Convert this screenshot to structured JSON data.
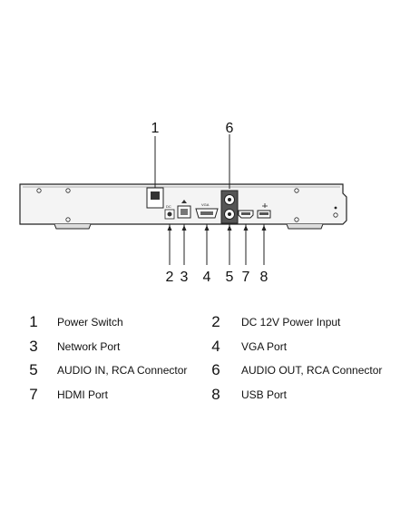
{
  "callouts": {
    "top": [
      "1",
      "6"
    ],
    "bottom": [
      "2",
      "3",
      "4",
      "5",
      "7",
      "8"
    ]
  },
  "legend": [
    {
      "num": "1",
      "label": "Power Switch"
    },
    {
      "num": "2",
      "label": "DC 12V Power Input"
    },
    {
      "num": "3",
      "label": "Network Port"
    },
    {
      "num": "4",
      "label": "VGA Port"
    },
    {
      "num": "5",
      "label": "AUDIO IN, RCA Connector"
    },
    {
      "num": "6",
      "label": "AUDIO OUT, RCA Connector"
    },
    {
      "num": "7",
      "label": "HDMI Port"
    },
    {
      "num": "8",
      "label": "USB Port"
    }
  ]
}
